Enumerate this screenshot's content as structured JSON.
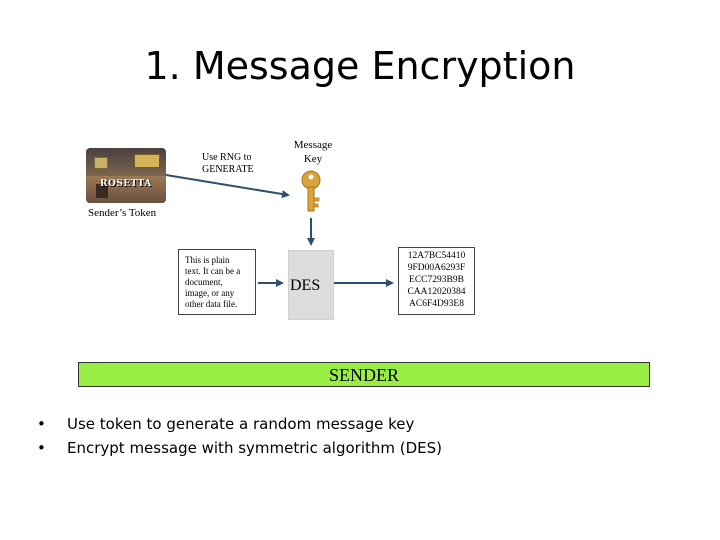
{
  "title": "1. Message Encryption",
  "token": {
    "card_text": "ROSETTA",
    "label": "Sender’s Token"
  },
  "generate_label": [
    "Use RNG to",
    "GENERATE"
  ],
  "message_key_label": [
    "Message",
    "Key"
  ],
  "plaintext": [
    "This is plain",
    "text.  It can be a",
    "document,",
    "image, or any",
    "other data file."
  ],
  "cipher_label": "DES",
  "ciphertext": [
    "12A7BC54410",
    "9FD00A6293F",
    "ECC7293B9B",
    "CAA12020384",
    "AC6F4D93E8"
  ],
  "sender_label": "SENDER",
  "bullets": [
    "Use token to generate a random message key",
    "Encrypt message with symmetric algorithm (DES)"
  ],
  "colors": {
    "sender_bar": "#99ee44",
    "key": "#d9a43a",
    "arrow": "#2f4f6f",
    "des_box": "#dcdcdc"
  },
  "icons": [
    "smart-card-token-icon",
    "key-icon",
    "arrow-icon"
  ]
}
